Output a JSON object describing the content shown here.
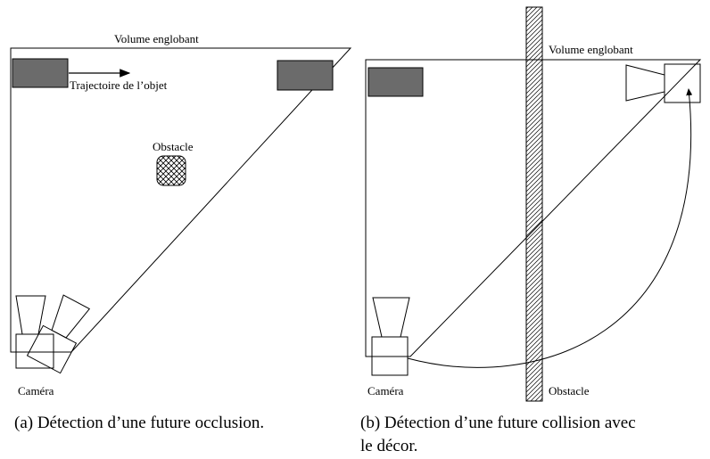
{
  "panel_a": {
    "title": "Volume englobant",
    "trajectory_label": "Trajectoire de l’objet",
    "obstacle_label": "Obstacle",
    "camera_label": "Caméra",
    "caption": "(a)  Détection d’une future occlusion."
  },
  "panel_b": {
    "title": "Volume englobant",
    "obstacle_label": "Obstacle",
    "camera_label": "Caméra",
    "caption_line1": "(b)  Détection d’une future collision avec",
    "caption_line2": "le décor."
  },
  "colors": {
    "object_fill": "#6b6b6b",
    "stroke": "#000000",
    "background": "#ffffff"
  }
}
